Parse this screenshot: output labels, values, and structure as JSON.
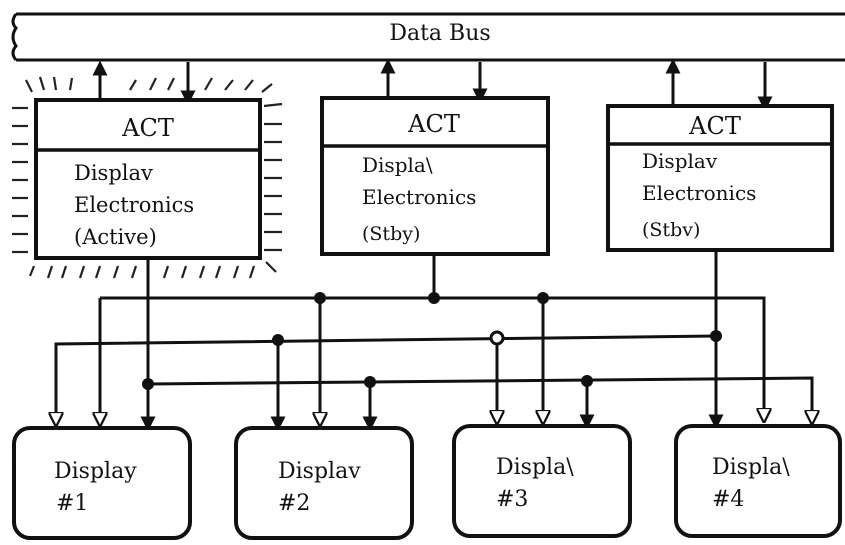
{
  "bus": {
    "label": "Data Bus"
  },
  "units": [
    {
      "header": "ACT",
      "line1": "Displav",
      "line2": "Electronics",
      "line3": "(Active)"
    },
    {
      "header": "ACT",
      "line1": "Displa\\",
      "line2": "Electronics",
      "line3": "(Stby)"
    },
    {
      "header": "ACT",
      "line1": "Displav",
      "line2": "Electronics",
      "line3": "(Stbv)"
    }
  ],
  "displays": [
    {
      "name": "Display",
      "num": "#1"
    },
    {
      "name": "Displav",
      "num": "#2"
    },
    {
      "name": "Displa\\",
      "num": "#3"
    },
    {
      "name": "Displa\\",
      "num": "#4"
    }
  ]
}
